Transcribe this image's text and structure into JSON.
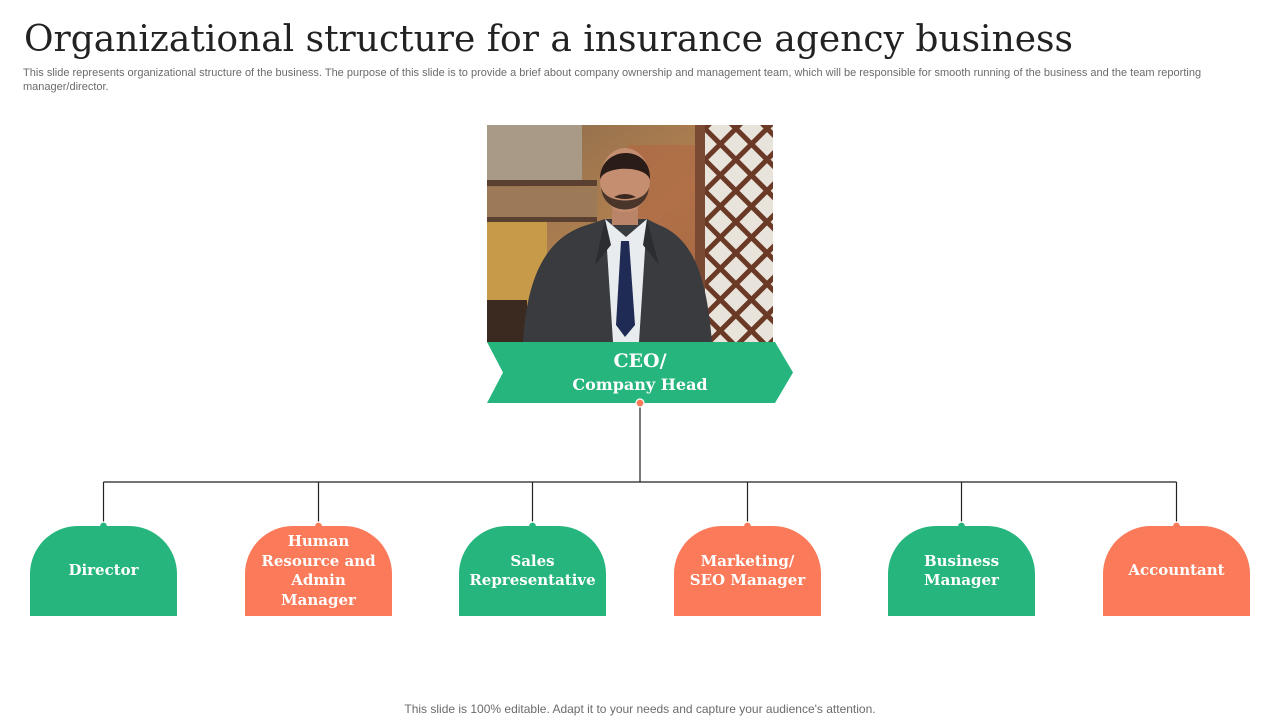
{
  "slide": {
    "title": "Organizational structure for a insurance agency business",
    "subtitle": "This slide represents organizational structure of the business. The purpose of this slide is to provide a brief about company ownership and management team, which will be responsible for smooth running of the business and the team reporting manager/director.",
    "footer": "This slide is 100% editable. Adapt it to your needs and capture your audience's attention."
  },
  "colors": {
    "green": "#26b57c",
    "orange": "#fa7a5a",
    "connector": "#222222"
  },
  "ceo": {
    "line1": "CEO/",
    "line2": "Company Head"
  },
  "nodes": [
    {
      "label": "Director",
      "color": "green"
    },
    {
      "label": "Human Resource and Admin Manager",
      "color": "orange"
    },
    {
      "label": "Sales Representative",
      "color": "green"
    },
    {
      "label": "Marketing/ SEO Manager",
      "color": "orange"
    },
    {
      "label": "Business Manager",
      "color": "green"
    },
    {
      "label": "Accountant",
      "color": "orange"
    }
  ]
}
